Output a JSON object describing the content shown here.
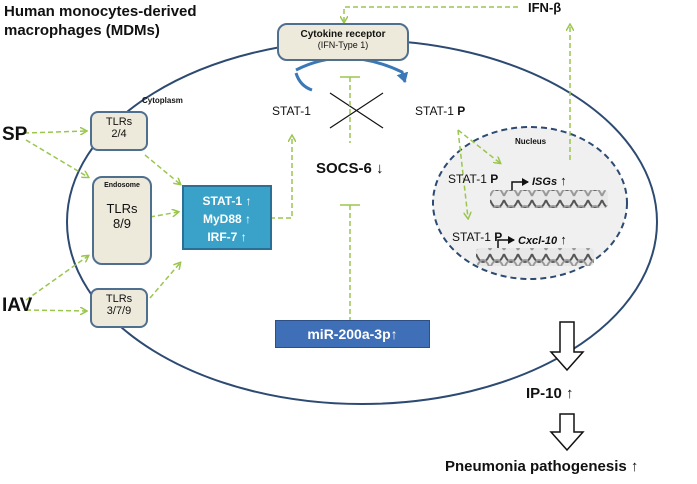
{
  "title_line1": "Human monocytes-derived",
  "title_line2": "macrophages (MDMs)",
  "cell_label": "Cytoplasm",
  "receptor": {
    "line1": "Cytokine receptor",
    "line2": "(IFN-Type 1)"
  },
  "ifn": "IFN-β",
  "pathogens": {
    "sp": "SP",
    "iav": "IAV"
  },
  "tlrs": {
    "tlr24": {
      "line1": "TLRs",
      "line2": "2/4"
    },
    "endosome": "Endosome",
    "tlr89": {
      "line1": "TLRs",
      "line2": "8/9"
    },
    "tlr379": {
      "line1": "TLRs",
      "line2": "3/7/9"
    }
  },
  "signal_box": {
    "line1": "STAT-1 ↑",
    "line2": "MyD88 ↑",
    "line3": "IRF-7 ↑"
  },
  "stat1": "STAT-1",
  "stat1p_text": "STAT-1",
  "p": "P",
  "socs6": "SOCS-6 ↓",
  "mirna": "miR-200a-3p↑",
  "nucleus": {
    "label": "Nucleus",
    "stat1_a": "STAT-1",
    "gene_a": "ISGs",
    "stat1_b": "STAT-1",
    "gene_b": "Cxcl-10",
    "up": "↑"
  },
  "ip10": "IP-10 ↑",
  "pneumonia": "Pneumonia pathogenesis ↑",
  "colors": {
    "arrow_green": "#9ac64e",
    "cell_border": "#2c4a72",
    "receptor_fill": "#eeeadb",
    "teal": "#3aa2c8",
    "blue": "#3f6fb6"
  }
}
